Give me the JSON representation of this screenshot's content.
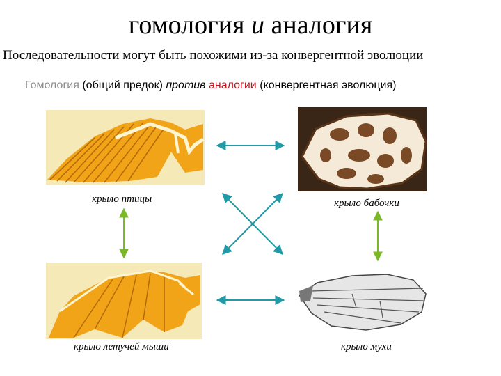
{
  "title": {
    "part1": "гомология",
    "part2": "и",
    "part3": "аналогия"
  },
  "subtitle": "Последовательности могут быть похожими из-за конвергентной эволюции",
  "legend": {
    "homology": "Гомология",
    "common_ancestor": "(общий предок)",
    "versus": "против",
    "analogy": "аналогии",
    "convergent": "(конвергентная эволюция)"
  },
  "captions": {
    "bird": "крыло птицы",
    "butterfly": "крыло бабочки",
    "bat": "крыло летучей мыши",
    "fly": "крыло мухи"
  },
  "colors": {
    "homology_arrow": "#7bb828",
    "analogy_arrow": "#1f9aa6",
    "analogy_text": "#c8141e",
    "panel_bg": "#f6e9b8",
    "wing_orange": "#f2a418"
  }
}
